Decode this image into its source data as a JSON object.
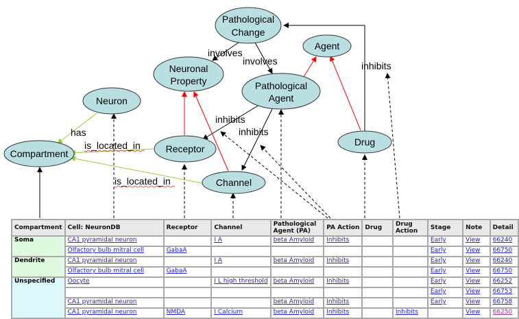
{
  "diagram": {
    "nodes": [
      {
        "id": "pathological_change",
        "lines": [
          "Pathological",
          "Change"
        ]
      },
      {
        "id": "agent",
        "lines": [
          "Agent"
        ]
      },
      {
        "id": "neuronal_property",
        "lines": [
          "Neuronal",
          "Property"
        ]
      },
      {
        "id": "pathological_agent",
        "lines": [
          "Pathological",
          "Agent"
        ]
      },
      {
        "id": "neuron",
        "lines": [
          "Neuron"
        ]
      },
      {
        "id": "compartment",
        "lines": [
          "Compartment"
        ]
      },
      {
        "id": "receptor",
        "lines": [
          "Receptor"
        ]
      },
      {
        "id": "channel",
        "lines": [
          "Channel"
        ]
      },
      {
        "id": "drug",
        "lines": [
          "Drug"
        ]
      }
    ],
    "edge_labels": {
      "involves_1": "involves",
      "involves_2": "involves",
      "inhibits_drug": "inhibits",
      "inhibits_receptor": "inhibits",
      "inhibits_channel": "inhibits",
      "has": "has",
      "is_located_in_1": "is_located_in",
      "is_located_in_2": "is_located_in"
    },
    "colors": {
      "node_fill": "#b9dfe2",
      "relation": "#000000",
      "is_a": "#ff0000",
      "part_of": "#99cc33",
      "mapping": "#000000"
    }
  },
  "table": {
    "headers": [
      "Compartment",
      "Cell: NeuronDB",
      "Receptor",
      "Channel",
      "Pathological Agent (PA)",
      "PA Action",
      "Drug",
      "Drug Action",
      "Stage",
      "Note",
      "Detail"
    ],
    "groups": [
      {
        "compartment": "Soma",
        "rows": [
          {
            "cell": "CA1 pyramidal neuron",
            "receptor": "",
            "channel": "I A",
            "pa": "beta Amyloid",
            "pa_action": "Inhibits",
            "drug": "",
            "drug_action": "",
            "stage": "Early",
            "note": "View",
            "detail": "66240"
          },
          {
            "cell": "Olfactory bulb mitral cell",
            "receptor": "GabaA",
            "channel": "",
            "pa": "",
            "pa_action": "",
            "drug": "",
            "drug_action": "",
            "stage": "Early",
            "note": "View",
            "detail": "66750"
          }
        ]
      },
      {
        "compartment": "Dendrite",
        "rows": [
          {
            "cell": "CA1 pyramidal neuron",
            "receptor": "",
            "channel": "I A",
            "pa": "beta Amyloid",
            "pa_action": "Inhibits",
            "drug": "",
            "drug_action": "",
            "stage": "Early",
            "note": "View",
            "detail": "66240"
          },
          {
            "cell": "Olfactory bulb mitral cell",
            "receptor": "GabaA",
            "channel": "",
            "pa": "",
            "pa_action": "",
            "drug": "",
            "drug_action": "",
            "stage": "Early",
            "note": "View",
            "detail": "66750"
          }
        ]
      },
      {
        "compartment": "Unspecified",
        "rows": [
          {
            "cell": "Oocyte",
            "receptor": "",
            "channel": "I L high threshold",
            "pa": "beta Amyloid",
            "pa_action": "Inhibits",
            "drug": "",
            "drug_action": "",
            "stage": "Early",
            "note": "View",
            "detail": "66252"
          },
          {
            "cell": "",
            "receptor": "",
            "channel": "",
            "pa": "",
            "pa_action": "",
            "drug": "",
            "drug_action": "",
            "stage": "Early",
            "note": "View",
            "detail": "66753"
          },
          {
            "cell": "CA1 pyramidal neuron",
            "receptor": "",
            "channel": "",
            "pa": "beta Amyloid",
            "pa_action": "Inhibits",
            "drug": "",
            "drug_action": "",
            "stage": "Early",
            "note": "View",
            "detail": "66758"
          },
          {
            "cell": "CA1 pyramidal neuron",
            "receptor": "NMDA",
            "channel": "I Calcium",
            "pa": "beta Amyloid",
            "pa_action": "Inhibits",
            "drug": "",
            "drug_action": "Inhibits",
            "stage": "",
            "note": "View",
            "detail": "66250",
            "detail_visited": true
          }
        ]
      }
    ]
  }
}
